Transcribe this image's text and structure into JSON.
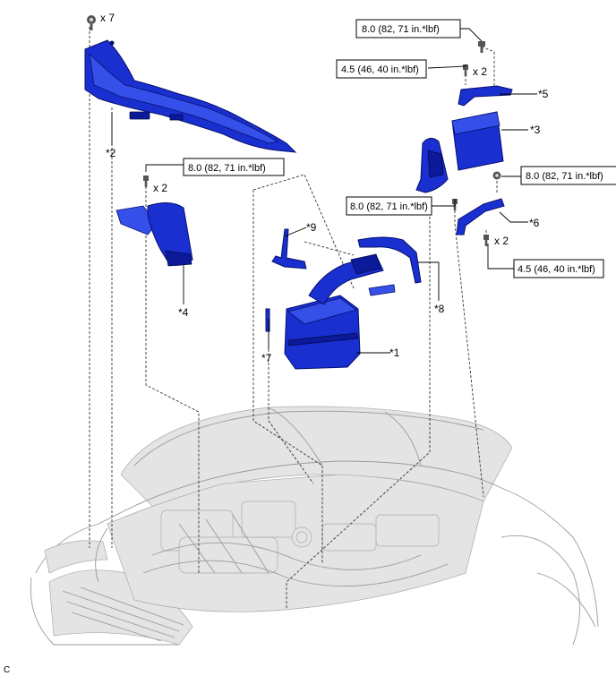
{
  "labels": {
    "p1": "*1",
    "p2": "*2",
    "p3": "*3",
    "p4": "*4",
    "p5": "*5",
    "p6": "*6",
    "p7": "*7",
    "p8": "*8",
    "p9": "*9"
  },
  "quantities": {
    "q7": "x 7",
    "q2a": "x 2",
    "q2b": "x 2",
    "q2c": "x 2"
  },
  "torque": {
    "t1": "8.0 (82, 71 in.*lbf)",
    "t2": "4.5 (46, 40 in.*lbf)",
    "t3": "8.0 (82, 71 in.*lbf)",
    "t4": "8.0 (82, 71 in.*lbf)",
    "t5": "8.0 (82, 71 in.*lbf)",
    "t6": "4.5 (46, 40 in.*lbf)"
  },
  "corner_code": "C",
  "colors": {
    "part": "#1a2fd0",
    "car_line": "#9a9a9a"
  }
}
